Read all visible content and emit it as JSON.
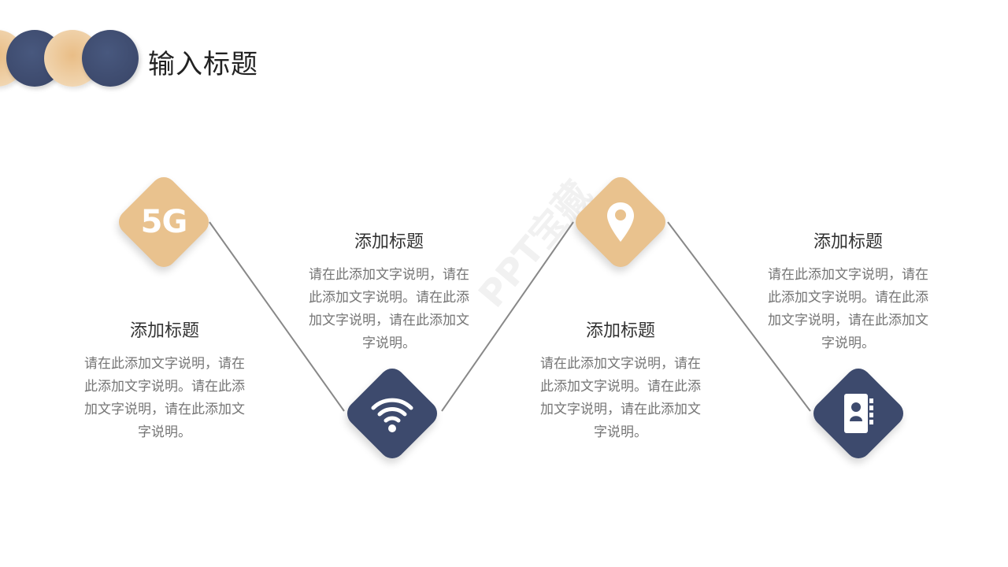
{
  "header": {
    "title": "输入标题"
  },
  "steps": [
    {
      "title": "添加标题",
      "text": "请在此添加文字说明，请在此添加文字说明。请在此添加文字说明，请在此添加文字说明。",
      "icon": "5g-icon",
      "icon_label": "5G",
      "color": "#e9c28e"
    },
    {
      "title": "添加标题",
      "text": "请在此添加文字说明，请在此添加文字说明。请在此添加文字说明，请在此添加文字说明。",
      "icon": "wifi-icon",
      "color": "#3d4a6d"
    },
    {
      "title": "添加标题",
      "text": "请在此添加文字说明，请在此添加文字说明。请在此添加文字说明，请在此添加文字说明。",
      "icon": "location-pin-icon",
      "color": "#e9c28e"
    },
    {
      "title": "添加标题",
      "text": "请在此添加文字说明，请在此添加文字说明。请在此添加文字说明，请在此添加文字说明。",
      "icon": "contact-book-icon",
      "color": "#3d4a6d"
    }
  ],
  "watermark": "PPT宝藏",
  "colors": {
    "navy": "#3d4a6d",
    "tan": "#e9c28e",
    "line": "#888888"
  }
}
